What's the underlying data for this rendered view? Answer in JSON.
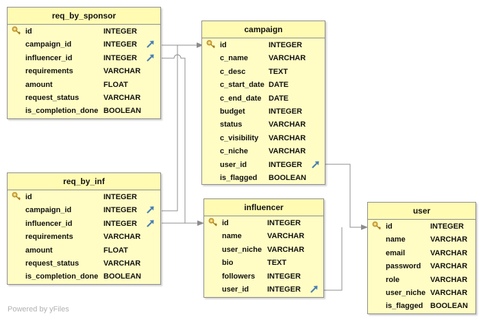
{
  "tables": {
    "req_by_sponsor": {
      "title": "req_by_sponsor",
      "fields": [
        {
          "name": "id",
          "type": "INTEGER"
        },
        {
          "name": "campaign_id",
          "type": "INTEGER"
        },
        {
          "name": "influencer_id",
          "type": "INTEGER"
        },
        {
          "name": "requirements",
          "type": "VARCHAR"
        },
        {
          "name": "amount",
          "type": "FLOAT"
        },
        {
          "name": "request_status",
          "type": "VARCHAR"
        },
        {
          "name": "is_completion_done",
          "type": "BOOLEAN"
        }
      ]
    },
    "req_by_inf": {
      "title": "req_by_inf",
      "fields": [
        {
          "name": "id",
          "type": "INTEGER"
        },
        {
          "name": "campaign_id",
          "type": "INTEGER"
        },
        {
          "name": "influencer_id",
          "type": "INTEGER"
        },
        {
          "name": "requirements",
          "type": "VARCHAR"
        },
        {
          "name": "amount",
          "type": "FLOAT"
        },
        {
          "name": "request_status",
          "type": "VARCHAR"
        },
        {
          "name": "is_completion_done",
          "type": "BOOLEAN"
        }
      ]
    },
    "campaign": {
      "title": "campaign",
      "fields": [
        {
          "name": "id",
          "type": "INTEGER"
        },
        {
          "name": "c_name",
          "type": "VARCHAR"
        },
        {
          "name": "c_desc",
          "type": "TEXT"
        },
        {
          "name": "c_start_date",
          "type": "DATE"
        },
        {
          "name": "c_end_date",
          "type": "DATE"
        },
        {
          "name": "budget",
          "type": "INTEGER"
        },
        {
          "name": "status",
          "type": "VARCHAR"
        },
        {
          "name": "c_visibility",
          "type": "VARCHAR"
        },
        {
          "name": "c_niche",
          "type": "VARCHAR"
        },
        {
          "name": "user_id",
          "type": "INTEGER"
        },
        {
          "name": "is_flagged",
          "type": "BOOLEAN"
        }
      ]
    },
    "influencer": {
      "title": "influencer",
      "fields": [
        {
          "name": "id",
          "type": "INTEGER"
        },
        {
          "name": "name",
          "type": "VARCHAR"
        },
        {
          "name": "user_niche",
          "type": "VARCHAR"
        },
        {
          "name": "bio",
          "type": "TEXT"
        },
        {
          "name": "followers",
          "type": "INTEGER"
        },
        {
          "name": "user_id",
          "type": "INTEGER"
        }
      ]
    },
    "user": {
      "title": "user",
      "fields": [
        {
          "name": "id",
          "type": "INTEGER"
        },
        {
          "name": "name",
          "type": "VARCHAR"
        },
        {
          "name": "email",
          "type": "VARCHAR"
        },
        {
          "name": "password",
          "type": "VARCHAR"
        },
        {
          "name": "role",
          "type": "VARCHAR"
        },
        {
          "name": "user_niche",
          "type": "VARCHAR"
        },
        {
          "name": "is_flagged",
          "type": "BOOLEAN"
        }
      ]
    }
  },
  "footer": "Powered by yFiles",
  "colors": {
    "table_fill": "#fffdc4",
    "table_border": "#8b8b8b",
    "edge": "#8c8c8c",
    "fk_arrow": "#4a7fb5",
    "key": "#d9a93c"
  }
}
